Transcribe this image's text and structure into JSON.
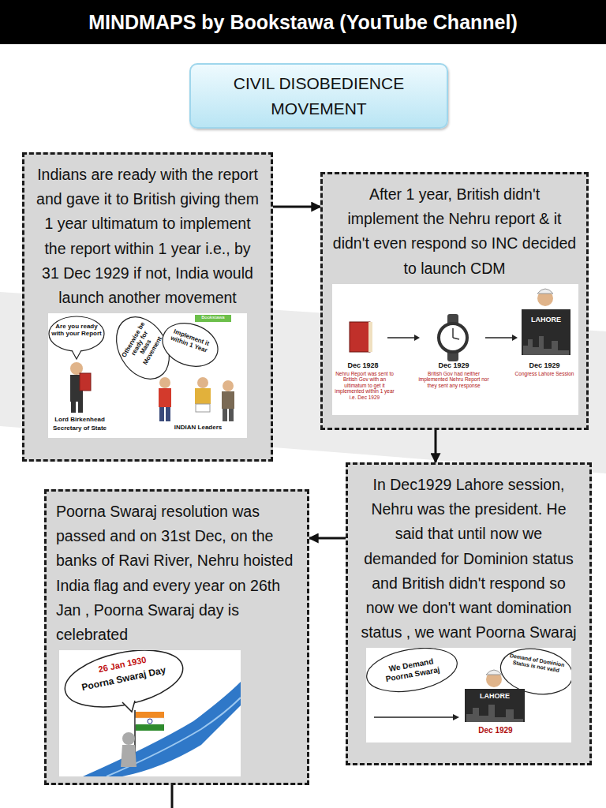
{
  "diagram": {
    "title": "MINDMAPS by Bookstawa (YouTube Channel)",
    "nodes": [
      {
        "text": [
          "CIVIL DISOBEDIENCE MOVEMENT"
        ]
      },
      {
        "text": [
          "Indians are ready with the report and gave it to British giving them 1 year ultimatum to implement the report within 1 year i.e., by 31 Dec 1929 if not, India would launch another movement"
        ]
      },
      {
        "text": [
          "After 1 year, British didn't implement the Nehru report & it didn't even respond so INC decided to launch CDM"
        ]
      },
      {
        "text": [
          "In Dec1929 Lahore session, Nehru was the president. He said that until now we demanded for Dominion status and British didn't respond so now we don't want domination status , we want Poorna Swaraj"
        ]
      },
      {
        "text": [
          "Poorna Swaraj resolution was passed and on 31st Dec, on the banks of Ravi River, Nehru hoisted India flag and every year on 26th Jan , Poorna Swaraj day is celebrated"
        ]
      }
    ],
    "edges": [
      {
        "from": 1,
        "to": 2,
        "arrow": "to"
      },
      {
        "from": 2,
        "to": 3,
        "arrow": "to"
      },
      {
        "from": 3,
        "to": 4,
        "arrow": "to"
      }
    ],
    "labels": [
      "Are you ready with your Report",
      "Otherwise be ready for Mass Movement",
      "Implement it within 1 Year",
      "Bookstawa",
      "Lord Birkenhead",
      "Secretary of State",
      "INDIAN Leaders",
      "Dec 1928",
      "Nehru Report was sent to British Gov with an ultimatum to get it implemented within 1 year i.e. Dec 1929",
      "Dec 1929",
      "British Gov had neither implemented Nehru Report nor they sent any response",
      "LAHORE",
      "Dec 1929",
      "Congress Lahore Session",
      "We Demand Poorna Swaraj",
      "Demand of Dominion Status is not valid",
      "LAHORE",
      "Dec 1929",
      "26 Jan 1930",
      "Poorna Swaraj Day"
    ]
  }
}
